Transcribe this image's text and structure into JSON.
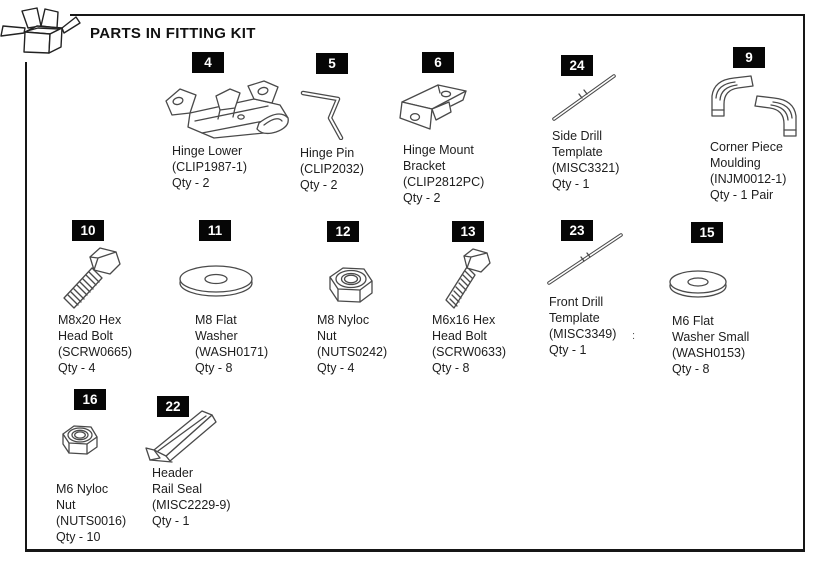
{
  "title": "PARTS IN FITTING KIT",
  "stray_mark": ":",
  "colors": {
    "page_bg": "#ffffff",
    "border": "#161616",
    "tag_bg": "#060606",
    "tag_text": "#ffffff",
    "text": "#1d1d1d",
    "line_art": "#4a4a4a"
  },
  "icons": {
    "header_icon": "open-shipping-box-icon"
  },
  "parts": [
    {
      "tag": "4",
      "illustration": "hinge-lower",
      "name": "Hinge Lower",
      "code": "CLIP1987-1",
      "qty": "2",
      "lines": [
        "Hinge Lower",
        "(CLIP1987-1)",
        "Qty - 2"
      ]
    },
    {
      "tag": "5",
      "illustration": "hinge-pin",
      "name": "Hinge Pin",
      "code": "CLIP2032",
      "qty": "2",
      "lines": [
        "Hinge Pin",
        "(CLIP2032)",
        "Qty - 2"
      ]
    },
    {
      "tag": "6",
      "illustration": "hinge-mount-bracket",
      "name": "Hinge Mount Bracket",
      "code": "CLIP2812PC",
      "qty": "2",
      "lines": [
        "Hinge Mount",
        "Bracket",
        "(CLIP2812PC)",
        "Qty - 2"
      ]
    },
    {
      "tag": "24",
      "illustration": "side-drill-template",
      "name": "Side Drill Template",
      "code": "MISC3321",
      "qty": "1",
      "lines": [
        "Side Drill",
        "Template",
        "(MISC3321)",
        "Qty - 1"
      ]
    },
    {
      "tag": "9",
      "illustration": "corner-piece-moulding",
      "name": "Corner Piece Moulding",
      "code": "INJM0012-1",
      "qty": "1 Pair",
      "lines": [
        "Corner Piece",
        "Moulding",
        "(INJM0012-1)",
        "Qty - 1 Pair"
      ]
    },
    {
      "tag": "10",
      "illustration": "m8x20-hex-head-bolt",
      "name": "M8x20 Hex Head Bolt",
      "code": "SCRW0665",
      "qty": "4",
      "lines": [
        "M8x20 Hex",
        "Head Bolt",
        "(SCRW0665)",
        "Qty - 4"
      ]
    },
    {
      "tag": "11",
      "illustration": "m8-flat-washer",
      "name": "M8 Flat Washer",
      "code": "WASH0171",
      "qty": "8",
      "lines": [
        "M8 Flat",
        "Washer",
        "(WASH0171)",
        "Qty - 8"
      ]
    },
    {
      "tag": "12",
      "illustration": "m8-nyloc-nut",
      "name": "M8 Nyloc Nut",
      "code": "NUTS0242",
      "qty": "4",
      "lines": [
        "M8 Nyloc",
        "Nut",
        "(NUTS0242)",
        "Qty - 4"
      ]
    },
    {
      "tag": "13",
      "illustration": "m6x16-hex-head-bolt",
      "name": "M6x16 Hex Head Bolt",
      "code": "SCRW0633",
      "qty": "8",
      "lines": [
        "M6x16 Hex",
        "Head Bolt",
        "(SCRW0633)",
        "Qty - 8"
      ]
    },
    {
      "tag": "23",
      "illustration": "front-drill-template",
      "name": "Front Drill Template",
      "code": "MISC3349",
      "qty": "1",
      "lines": [
        "Front Drill",
        "Template",
        "(MISC3349)",
        "Qty - 1"
      ]
    },
    {
      "tag": "15",
      "illustration": "m6-flat-washer-small",
      "name": "M6 Flat Washer Small",
      "code": "WASH0153",
      "qty": "8",
      "lines": [
        "M6 Flat",
        "Washer Small",
        "(WASH0153)",
        "Qty - 8"
      ]
    },
    {
      "tag": "16",
      "illustration": "m6-nyloc-nut",
      "name": "M6 Nyloc Nut",
      "code": "NUTS0016",
      "qty": "10",
      "lines": [
        "M6 Nyloc",
        "Nut",
        "(NUTS0016)",
        "Qty - 10"
      ]
    },
    {
      "tag": "22",
      "illustration": "header-rail-seal",
      "name": "Header Rail Seal",
      "code": "MISC2229-9",
      "qty": "1",
      "lines": [
        "Header",
        "Rail Seal",
        "(MISC2229-9)",
        "Qty - 1"
      ]
    }
  ]
}
